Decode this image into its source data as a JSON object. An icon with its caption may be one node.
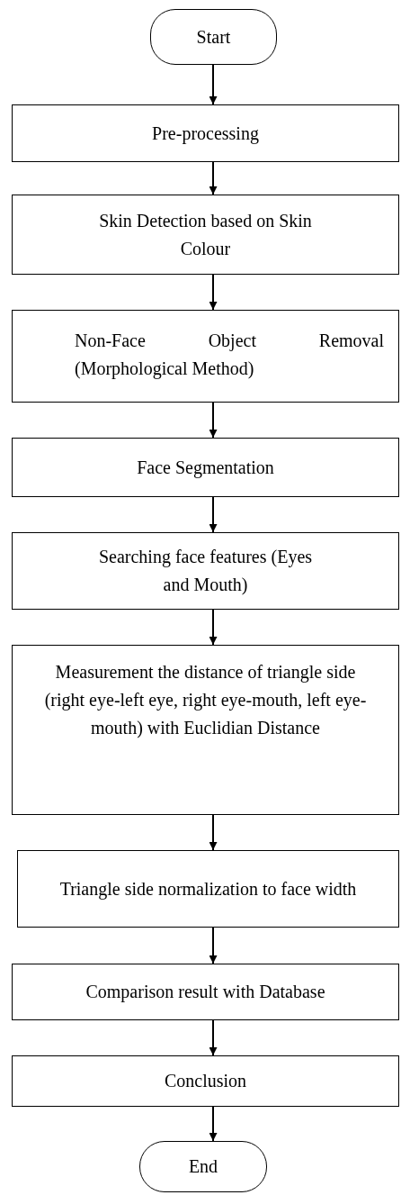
{
  "diagram": {
    "nodes": [
      {
        "text": [
          "Start"
        ]
      },
      {
        "text": [
          "Pre-processing"
        ]
      },
      {
        "text": [
          "Skin Detection based on Skin Colour"
        ]
      },
      {
        "text": [
          "Non-Face Object Removal (Morphological Method)"
        ]
      },
      {
        "text": [
          "Face Segmentation"
        ]
      },
      {
        "text": [
          "Searching face features (Eyes and Mouth)"
        ]
      },
      {
        "text": [
          "Measurement the distance of triangle side (right eye-left eye, right eye-mouth, left eye-mouth) with Euclidian Distance"
        ]
      },
      {
        "text": [
          "Triangle side normalization to face width"
        ]
      },
      {
        "text": [
          "Comparison result with Database"
        ]
      },
      {
        "text": [
          "Conclusion"
        ]
      },
      {
        "text": [
          "End"
        ]
      }
    ],
    "edges": [
      {
        "from": 0,
        "to": 1,
        "arrow": "to"
      },
      {
        "from": 1,
        "to": 2,
        "arrow": "to"
      },
      {
        "from": 2,
        "to": 3,
        "arrow": "to"
      },
      {
        "from": 3,
        "to": 4,
        "arrow": "to"
      },
      {
        "from": 4,
        "to": 5,
        "arrow": "to"
      },
      {
        "from": 5,
        "to": 6,
        "arrow": "to"
      },
      {
        "from": 6,
        "to": 7,
        "arrow": "to"
      },
      {
        "from": 7,
        "to": 8,
        "arrow": "to"
      },
      {
        "from": 8,
        "to": 9,
        "arrow": "to"
      },
      {
        "from": 9,
        "to": 10,
        "arrow": "to"
      }
    ]
  }
}
